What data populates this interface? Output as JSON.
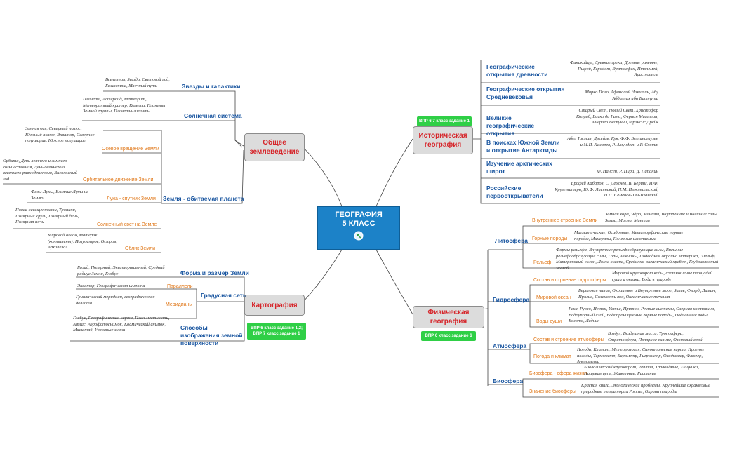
{
  "center": {
    "line1": "ГЕОГРАФИЯ",
    "line2": "5 КЛАСС"
  },
  "main": {
    "general": "Общее землеведение",
    "historical": "Историческая география",
    "cartography": "Картография",
    "physical": "Физическая география"
  },
  "badges": {
    "historical": "ВПР 6,7 класс задание 1",
    "cartography": "ВПР 6 класс задание 1,2; ВПР 7 класс задание 1",
    "physical": "ВПР 6 класс задание 6"
  },
  "general": {
    "stars": {
      "label": "Звезды и галактики",
      "leaf": "Вселенная, Звезда, Световой год, Галактика, Млечный путь"
    },
    "solar": {
      "label": "Солнечная система",
      "leaf": "Планета, Астероид, Метеорит, Метеоритный кратер, Комета, Планеты Земной группы, Планеты-гиганты"
    },
    "earth": {
      "label": "Земля - обитаемая планета"
    },
    "axis": {
      "label": "Осевое вращение Земли",
      "leaf": "Земная ось, Северный полюс, Южный полюс, Экватор, Северное полушарие, Южное полушарие"
    },
    "orbit": {
      "label": "Орбитальное движение Земли",
      "leaf": "Орбита, День летнего и зимнего солнцестояния, День осеннего и весеннего равноденствия, Високосный год"
    },
    "moon": {
      "label": "Луна - спутник Земли",
      "leaf": "Фазы Луны, Влияние Луны на Землю"
    },
    "sunlight": {
      "label": "Солнечный свет на Земле",
      "leaf": "Пояса освещенности, Тропики, Полярные круги, Полярный день, Полярная ночь"
    },
    "ocean": {
      "label": "Облик Земли",
      "leaf": "Мировой океан, Материк (континент), Полуостров, Остров, Архипелаг"
    }
  },
  "historical": {
    "ancient": {
      "label": "Географические открытия древности",
      "leaf": "Финикийцы, Древние греки, Древние римляне, Пифей, Геродот, Эратосфен, Птолемей, Аристотель"
    },
    "medieval": {
      "label": "Географические открытия Средневековья",
      "leaf": "Марко Поло, Афанасий Никитин, Абу Абдаллах ибн Баттута"
    },
    "great": {
      "label": "Великие географические открытия",
      "leaf": "Старый Свет, Новый Свет, Христофор Колумб, Васко да Гама, Фернан Магеллан, Америго Веспуччи, Фрэнсис Дрейк"
    },
    "antarctic": {
      "label": "В поисках Южной Земли и открытие Антарктиды",
      "leaf": "Абел Тасман, Джеймс Кук, Ф.Ф. Беллинсгаузен и М.П. Лазарев, Р. Амундсен и Р. Скотт"
    },
    "arctic": {
      "label": "Изучение арктических широт",
      "leaf": "Ф. Нансен, Р. Пири, Д. Папанин"
    },
    "russian": {
      "label": "Российские первооткрыватели",
      "leaf": "Ерофей Хабаров, С. Дежнев, В. Беринг, И.Ф. Крузенштерн, Ю.Ф. Лисянский, Н.М. Пржевальский, П.П. Семенов-Тян-Шанский"
    }
  },
  "cartography": {
    "shape": {
      "label": "Форма и размер Земли",
      "leaf": "Геоид, Полярный, Экваториальный, Средний радиус Земли, Глобус"
    },
    "grid": {
      "label": "Градусная сеть"
    },
    "parallels": {
      "label": "Параллели",
      "leaf": "Экватор, Географическая широта"
    },
    "meridians": {
      "label": "Меридианы",
      "leaf": "Гринвический меридиан, географическая долгота"
    },
    "methods": {
      "label": "Способы изображения земной поверхности",
      "leaf": "Глобус, Географическая карта, План местности, Атлас, Аэрофотоснимок, Космический снимок, Масштаб, Условные знаки"
    }
  },
  "physical": {
    "litho": {
      "label": "Литосфера"
    },
    "inner": {
      "label": "Внутреннее строение Земли",
      "leaf": "Земная кора, Ядро, Мантия, Внутренние и Внешние силы Земли, Магма, Мантия"
    },
    "rocks": {
      "label": "Горные породы",
      "leaf": "Магматические, Осадочные, Метаморфические горные породы, Минералы, Полезные ископаемые"
    },
    "relief": {
      "label": "Рельеф",
      "leaf": "Формы рельефа, Внутренние рельефообразующие силы, Внешние рельефообразующие силы, Горы, Равнины, Подводная окраина материка, Шельф, Материковый склон, Ложе океана, Срединно-океанический хребет, Глубоководный желоб"
    },
    "hydro": {
      "label": "Гидросфера"
    },
    "hydroStruct": {
      "label": "Состав и строение гидросферы",
      "leaf": "Мировой круговорот воды, соотношение площадей суши и океана, Вода в природе"
    },
    "ocean": {
      "label": "Мировой океан",
      "leaf": "Береговая линия, Окраинное и Внутреннее море, Залив, Фьорд, Лиман, Пролив, Соленость вод, Океанические течения"
    },
    "land": {
      "label": "Воды суши",
      "leaf": "Река, Русло, Исток, Устье, Приток, Речные системы, Озерная котловина, Водоупорный слой, Водопроницаемые горные породы, Подземные воды, Болото, Ледник"
    },
    "atmo": {
      "label": "Атмосфера"
    },
    "atmoStruct": {
      "label": "Состав и строение атмосферы",
      "leaf": "Воздух, Воздушная масса, Тропосфера, Стратосфера, Полярное сияние, Озоновый слой"
    },
    "weather": {
      "label": "Погода и климат",
      "leaf": "Погода, Климат, Метеорология, Синоптическая карта, Прогноз погоды, Термометр, Барометр, Гигрометр, Осадкомер, Флюгер, Анемометр"
    },
    "bio": {
      "label": "Биосфера"
    },
    "bioSphere": {
      "label": "Биосфера - сфера жизни",
      "leaf": "Биологический круговорот, Рептил, Травоядные, Хищники, Пищевая цепь, Животные, Растения"
    },
    "bioValue": {
      "label": "Значение биосферы",
      "leaf": "Красная книга, Экологические проблемы, Крупнейшие охраняемые природные территории России, Охрана природы"
    }
  },
  "colors": {
    "center": "#1c82c8",
    "badge": "#2fcf46",
    "mainText": "#d6262b",
    "subText": "#1a56a0",
    "orange": "#e0781a"
  }
}
